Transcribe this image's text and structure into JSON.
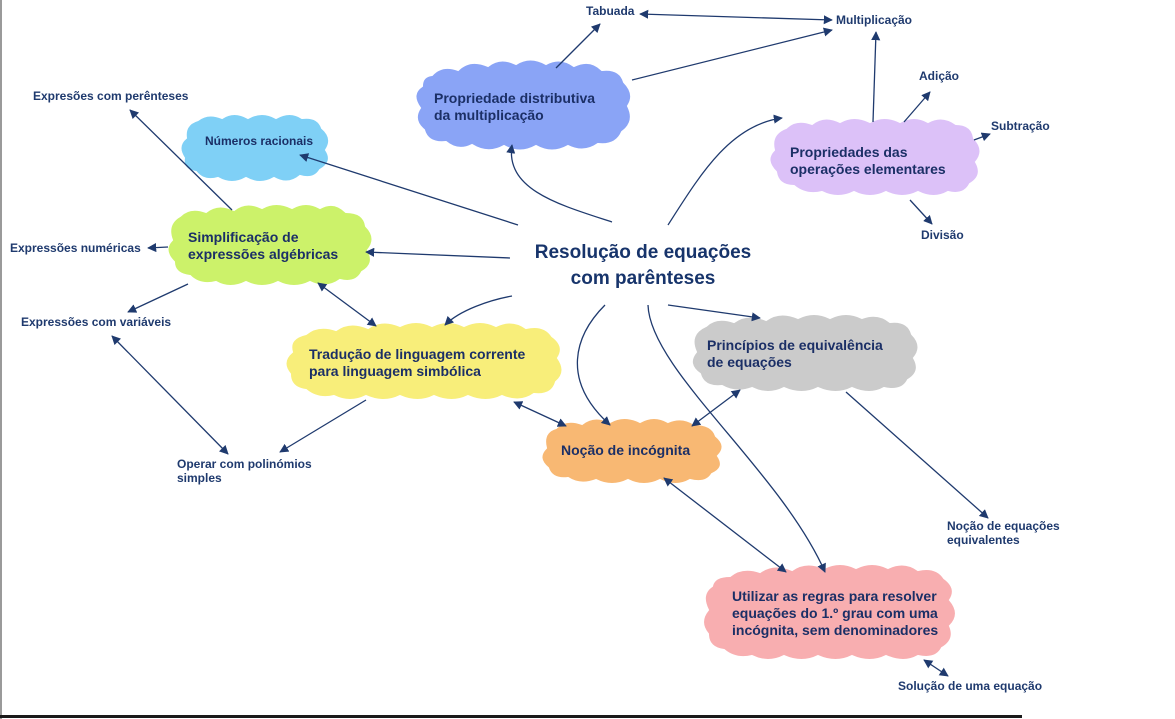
{
  "central": {
    "title": "Resolução de equações\ncom parênteses"
  },
  "clouds": {
    "distributiva": {
      "text": "Propriedade distributiva\nda multiplicação",
      "fill": "#8aa4f6"
    },
    "racionais": {
      "text": "Números racionais",
      "fill": "#7fd0f6"
    },
    "simplificacao": {
      "text": "Simplificação de\nexpressões algébricas",
      "fill": "#ccf26a"
    },
    "traducao": {
      "text": "Tradução de linguagem corrente\npara linguagem simbólica",
      "fill": "#f8ee7a"
    },
    "incognita": {
      "text": "Noção de incógnita",
      "fill": "#f8b873"
    },
    "principios": {
      "text": "Princípios de equivalência\nde equações",
      "fill": "#cbcbcb"
    },
    "propriedades": {
      "text": "Propriedades das\noperações elementares",
      "fill": "#dcc1f8"
    },
    "regras": {
      "text": "Utilizar as regras para resolver\nequações do 1.º grau com uma\nincógnita, sem denominadores",
      "fill": "#f8aeb0"
    }
  },
  "labels": {
    "tabuada": "Tabuada",
    "multiplicacao": "Multiplicação",
    "adicao": "Adição",
    "subtracao": "Subtração",
    "divisao": "Divisão",
    "expresoes_parenteses": "Expresões com perênteses",
    "expressoes_numericas": "Expressões numéricas",
    "expressoes_variaveis": "Expressões com variáveis",
    "operar_polinomios": "Operar com polinómios\nsimples",
    "nocao_equacoes_equivalentes": "Noção de equações\nequivalentes",
    "solucao_equacao": "Solução de uma equação"
  },
  "colors": {
    "arrow": "#1f3a6e",
    "cloud_stroke": "#ffffff",
    "text": "#1b2f66"
  }
}
